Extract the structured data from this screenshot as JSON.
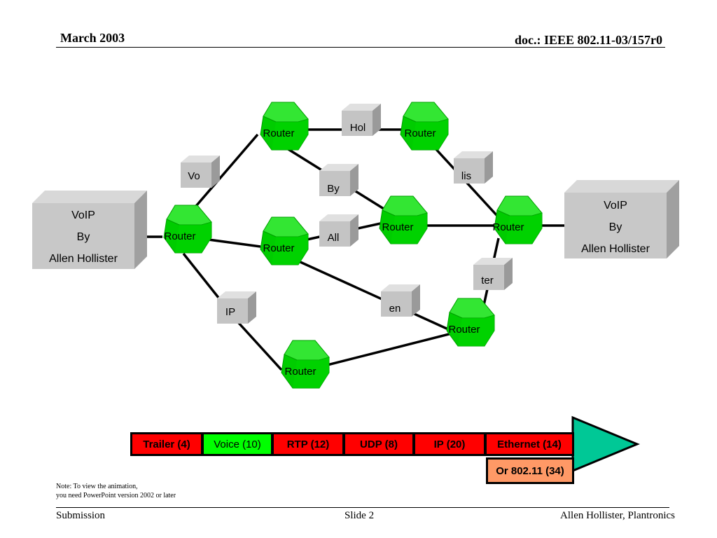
{
  "header": {
    "date": "March 2003",
    "doc": "doc.: IEEE 802.11-03/157r0"
  },
  "footer": {
    "left": "Submission",
    "center": "Slide 2",
    "right": "Allen Hollister, Plantronics"
  },
  "note": {
    "line1": "Note: To view the animation,",
    "line2": "you need PowerPoint version 2002 or later"
  },
  "endpoints": {
    "left": {
      "line1": "VoIP",
      "line2": "By",
      "line3": "Allen Hollister"
    },
    "right": {
      "line1": "VoIP",
      "line2": "By",
      "line3": "Allen Hollister"
    }
  },
  "router_label": "Router",
  "packets": [
    "Vo",
    "IP",
    "By",
    "All",
    "en",
    "Hol",
    "lis",
    "ter"
  ],
  "frame": {
    "trailer": "Trailer (4)",
    "voice": "Voice (10)",
    "rtp": "RTP (12)",
    "udp": "UDP (8)",
    "ip": "IP (20)",
    "ethernet": "Ethernet (14)",
    "alt": "Or 802.11 (34)"
  },
  "colors": {
    "router": "#00cc00",
    "endpoint": "#c0c0c0",
    "red_segment": "#ff0000",
    "voice_segment": "#00ff00",
    "alt_segment": "#ff9966",
    "arrow": "#00c896"
  }
}
